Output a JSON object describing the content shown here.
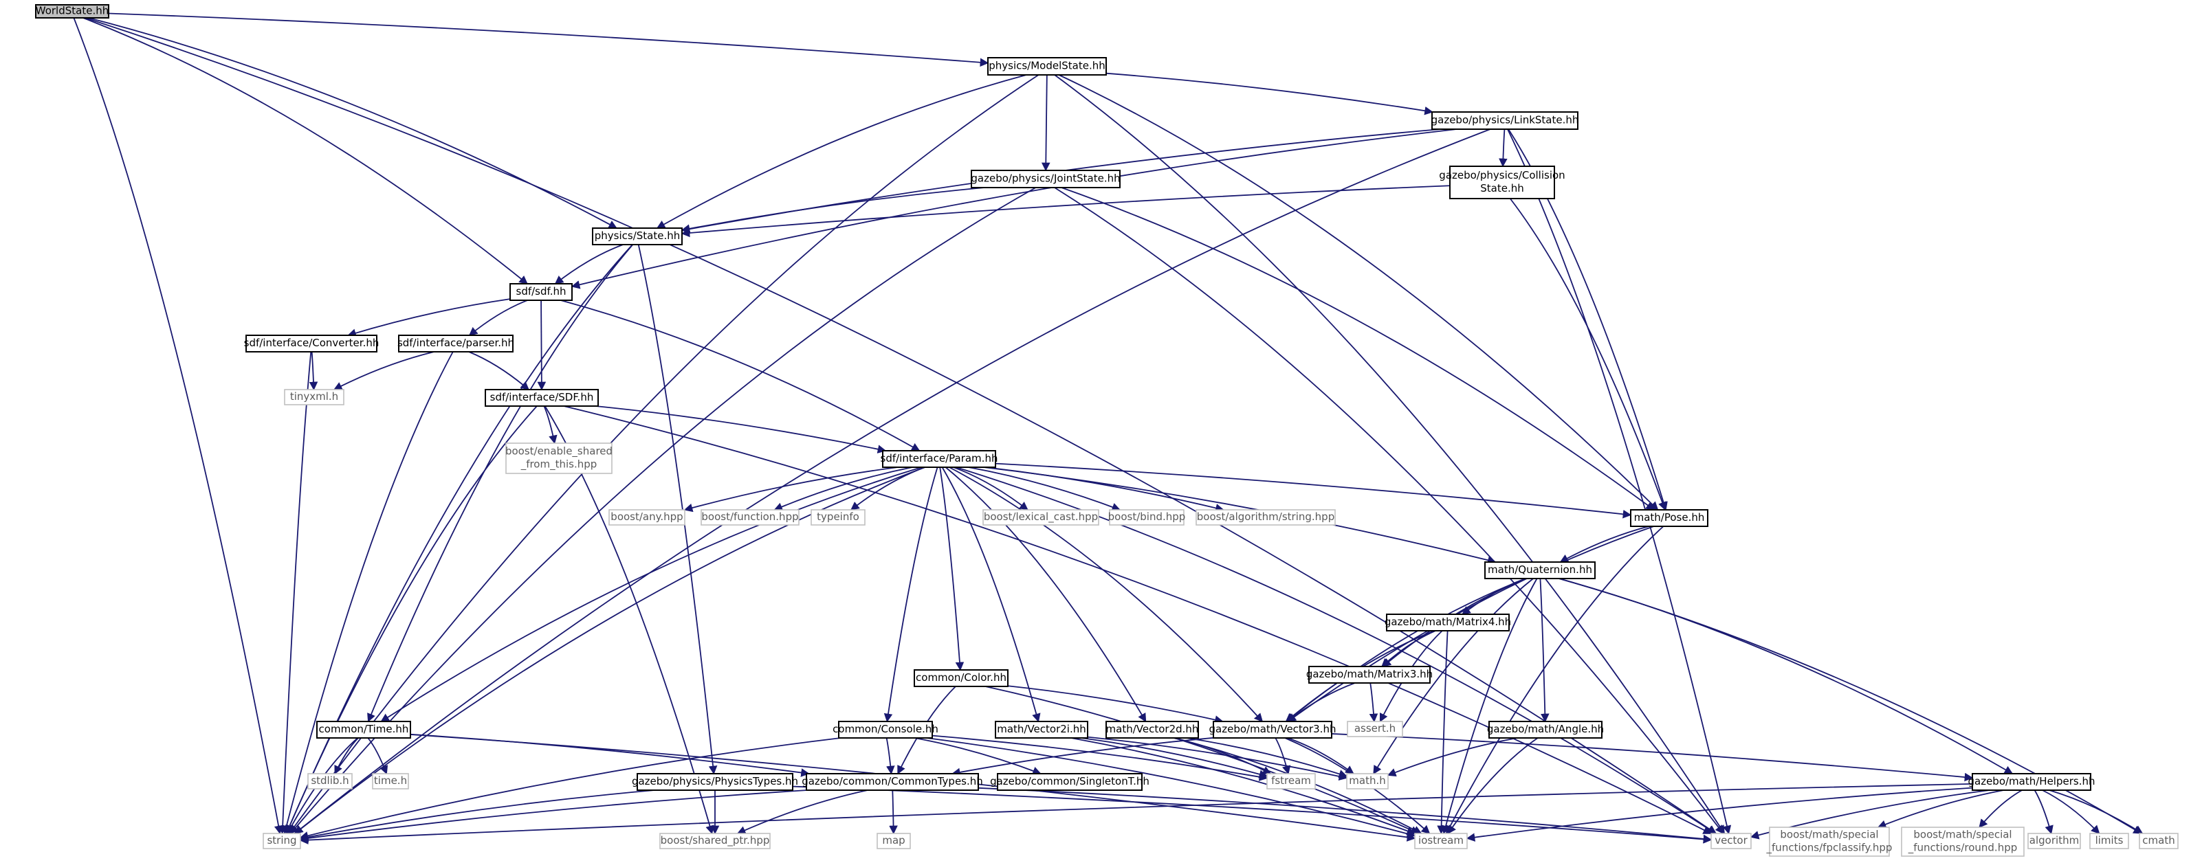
{
  "nodes": [
    {
      "id": "worldstate",
      "lines": [
        "WorldState.hh"
      ],
      "style": "root"
    },
    {
      "id": "modelstate",
      "lines": [
        "physics/ModelState.hh"
      ],
      "style": "doc"
    },
    {
      "id": "linkstate",
      "lines": [
        "gazebo/physics/LinkState.hh"
      ],
      "style": "doc"
    },
    {
      "id": "collisionstate",
      "lines": [
        "gazebo/physics/Collision",
        "State.hh"
      ],
      "style": "doc"
    },
    {
      "id": "jointstate",
      "lines": [
        "gazebo/physics/JointState.hh"
      ],
      "style": "doc"
    },
    {
      "id": "state",
      "lines": [
        "physics/State.hh"
      ],
      "style": "doc"
    },
    {
      "id": "sdf",
      "lines": [
        "sdf/sdf.hh"
      ],
      "style": "doc"
    },
    {
      "id": "converter",
      "lines": [
        "sdf/interface/Converter.hh"
      ],
      "style": "doc"
    },
    {
      "id": "parser",
      "lines": [
        "sdf/interface/parser.hh"
      ],
      "style": "doc"
    },
    {
      "id": "tinyxml",
      "lines": [
        "tinyxml.h"
      ],
      "style": "ext"
    },
    {
      "id": "sdfhh",
      "lines": [
        "sdf/interface/SDF.hh"
      ],
      "style": "doc"
    },
    {
      "id": "enable_shared",
      "lines": [
        "boost/enable_shared",
        "_from_this.hpp"
      ],
      "style": "ext"
    },
    {
      "id": "param",
      "lines": [
        "sdf/interface/Param.hh"
      ],
      "style": "doc"
    },
    {
      "id": "any",
      "lines": [
        "boost/any.hpp"
      ],
      "style": "ext"
    },
    {
      "id": "function",
      "lines": [
        "boost/function.hpp"
      ],
      "style": "ext"
    },
    {
      "id": "typeinfo",
      "lines": [
        "typeinfo"
      ],
      "style": "ext"
    },
    {
      "id": "lexical",
      "lines": [
        "boost/lexical_cast.hpp"
      ],
      "style": "ext"
    },
    {
      "id": "bind",
      "lines": [
        "boost/bind.hpp"
      ],
      "style": "ext"
    },
    {
      "id": "algostring",
      "lines": [
        "boost/algorithm/string.hpp"
      ],
      "style": "ext"
    },
    {
      "id": "pose",
      "lines": [
        "math/Pose.hh"
      ],
      "style": "doc"
    },
    {
      "id": "quaternion",
      "lines": [
        "math/Quaternion.hh"
      ],
      "style": "doc"
    },
    {
      "id": "matrix4",
      "lines": [
        "gazebo/math/Matrix4.hh"
      ],
      "style": "doc"
    },
    {
      "id": "matrix3",
      "lines": [
        "gazebo/math/Matrix3.hh"
      ],
      "style": "doc"
    },
    {
      "id": "asserth",
      "lines": [
        "assert.h"
      ],
      "style": "ext"
    },
    {
      "id": "angle",
      "lines": [
        "gazebo/math/Angle.hh"
      ],
      "style": "doc"
    },
    {
      "id": "color",
      "lines": [
        "common/Color.hh"
      ],
      "style": "doc"
    },
    {
      "id": "timehh",
      "lines": [
        "common/Time.hh"
      ],
      "style": "doc"
    },
    {
      "id": "console",
      "lines": [
        "common/Console.hh"
      ],
      "style": "doc"
    },
    {
      "id": "vector2i",
      "lines": [
        "math/Vector2i.hh"
      ],
      "style": "doc"
    },
    {
      "id": "vector2d",
      "lines": [
        "math/Vector2d.hh"
      ],
      "style": "doc"
    },
    {
      "id": "vector3",
      "lines": [
        "gazebo/math/Vector3.hh"
      ],
      "style": "doc"
    },
    {
      "id": "stdlib",
      "lines": [
        "stdlib.h"
      ],
      "style": "ext"
    },
    {
      "id": "timeh",
      "lines": [
        "time.h"
      ],
      "style": "ext"
    },
    {
      "id": "physicstypes",
      "lines": [
        "gazebo/physics/PhysicsTypes.hh"
      ],
      "style": "doc"
    },
    {
      "id": "commontypes",
      "lines": [
        "gazebo/common/CommonTypes.hh"
      ],
      "style": "doc"
    },
    {
      "id": "singleton",
      "lines": [
        "gazebo/common/SingletonT.hh"
      ],
      "style": "doc"
    },
    {
      "id": "fstream",
      "lines": [
        "fstream"
      ],
      "style": "ext"
    },
    {
      "id": "mathh",
      "lines": [
        "math.h"
      ],
      "style": "ext"
    },
    {
      "id": "helpers",
      "lines": [
        "gazebo/math/Helpers.hh"
      ],
      "style": "doc"
    },
    {
      "id": "string",
      "lines": [
        "string"
      ],
      "style": "ext"
    },
    {
      "id": "sharedptr",
      "lines": [
        "boost/shared_ptr.hpp"
      ],
      "style": "ext"
    },
    {
      "id": "map",
      "lines": [
        "map"
      ],
      "style": "ext"
    },
    {
      "id": "iostream",
      "lines": [
        "iostream"
      ],
      "style": "ext"
    },
    {
      "id": "vector",
      "lines": [
        "vector"
      ],
      "style": "ext"
    },
    {
      "id": "fpclassify",
      "lines": [
        "boost/math/special",
        "_functions/fpclassify.hpp"
      ],
      "style": "ext"
    },
    {
      "id": "round",
      "lines": [
        "boost/math/special",
        "_functions/round.hpp"
      ],
      "style": "ext"
    },
    {
      "id": "algorithm",
      "lines": [
        "algorithm"
      ],
      "style": "ext"
    },
    {
      "id": "limits",
      "lines": [
        "limits"
      ],
      "style": "ext"
    },
    {
      "id": "cmath",
      "lines": [
        "cmath"
      ],
      "style": "ext"
    }
  ],
  "edges": [
    [
      "worldstate",
      "modelstate"
    ],
    [
      "worldstate",
      "state"
    ],
    [
      "worldstate",
      "sdf"
    ],
    [
      "worldstate",
      "string"
    ],
    [
      "worldstate",
      "vector"
    ],
    [
      "modelstate",
      "linkstate"
    ],
    [
      "modelstate",
      "jointstate"
    ],
    [
      "modelstate",
      "state"
    ],
    [
      "modelstate",
      "pose"
    ],
    [
      "modelstate",
      "string"
    ],
    [
      "modelstate",
      "vector"
    ],
    [
      "linkstate",
      "collisionstate"
    ],
    [
      "linkstate",
      "state"
    ],
    [
      "linkstate",
      "pose"
    ],
    [
      "linkstate",
      "sdf"
    ],
    [
      "linkstate",
      "string"
    ],
    [
      "linkstate",
      "vector"
    ],
    [
      "collisionstate",
      "state"
    ],
    [
      "collisionstate",
      "pose"
    ],
    [
      "jointstate",
      "state"
    ],
    [
      "jointstate",
      "pose"
    ],
    [
      "jointstate",
      "string"
    ],
    [
      "jointstate",
      "vector"
    ],
    [
      "state",
      "sdf"
    ],
    [
      "state",
      "timehh"
    ],
    [
      "state",
      "physicstypes"
    ],
    [
      "state",
      "string"
    ],
    [
      "sdf",
      "converter"
    ],
    [
      "sdf",
      "parser"
    ],
    [
      "sdf",
      "sdfhh"
    ],
    [
      "sdf",
      "param"
    ],
    [
      "converter",
      "tinyxml"
    ],
    [
      "converter",
      "string"
    ],
    [
      "parser",
      "tinyxml"
    ],
    [
      "parser",
      "sdfhh"
    ],
    [
      "parser",
      "string"
    ],
    [
      "sdfhh",
      "enable_shared"
    ],
    [
      "sdfhh",
      "param"
    ],
    [
      "sdfhh",
      "sharedptr"
    ],
    [
      "sdfhh",
      "string"
    ],
    [
      "sdfhh",
      "vector"
    ],
    [
      "param",
      "any"
    ],
    [
      "param",
      "function"
    ],
    [
      "param",
      "typeinfo"
    ],
    [
      "param",
      "lexical"
    ],
    [
      "param",
      "bind"
    ],
    [
      "param",
      "algostring"
    ],
    [
      "param",
      "pose"
    ],
    [
      "param",
      "quaternion"
    ],
    [
      "param",
      "vector3"
    ],
    [
      "param",
      "vector2d"
    ],
    [
      "param",
      "vector2i"
    ],
    [
      "param",
      "color"
    ],
    [
      "param",
      "console"
    ],
    [
      "param",
      "timehh"
    ],
    [
      "param",
      "string"
    ],
    [
      "param",
      "vector"
    ],
    [
      "pose",
      "quaternion"
    ],
    [
      "pose",
      "vector3"
    ],
    [
      "pose",
      "iostream"
    ],
    [
      "quaternion",
      "matrix4"
    ],
    [
      "quaternion",
      "matrix3"
    ],
    [
      "quaternion",
      "vector3"
    ],
    [
      "quaternion",
      "angle"
    ],
    [
      "quaternion",
      "helpers"
    ],
    [
      "quaternion",
      "mathh"
    ],
    [
      "quaternion",
      "iostream"
    ],
    [
      "quaternion",
      "cmath"
    ],
    [
      "matrix4",
      "matrix3"
    ],
    [
      "matrix4",
      "vector3"
    ],
    [
      "matrix4",
      "asserth"
    ],
    [
      "matrix4",
      "iostream"
    ],
    [
      "matrix3",
      "vector3"
    ],
    [
      "matrix3",
      "asserth"
    ],
    [
      "angle",
      "mathh"
    ],
    [
      "angle",
      "iostream"
    ],
    [
      "color",
      "vector3"
    ],
    [
      "color",
      "commontypes"
    ],
    [
      "color",
      "iostream"
    ],
    [
      "timehh",
      "stdlib"
    ],
    [
      "timehh",
      "timeh"
    ],
    [
      "timehh",
      "string"
    ],
    [
      "timehh",
      "commontypes"
    ],
    [
      "timehh",
      "iostream"
    ],
    [
      "console",
      "commontypes"
    ],
    [
      "console",
      "singleton"
    ],
    [
      "console",
      "iostream"
    ],
    [
      "console",
      "fstream"
    ],
    [
      "console",
      "string"
    ],
    [
      "vector2i",
      "fstream"
    ],
    [
      "vector2i",
      "mathh"
    ],
    [
      "vector2i",
      "iostream"
    ],
    [
      "vector2d",
      "fstream"
    ],
    [
      "vector2d",
      "mathh"
    ],
    [
      "vector2d",
      "iostream"
    ],
    [
      "vector3",
      "fstream"
    ],
    [
      "vector3",
      "mathh"
    ],
    [
      "vector3",
      "iostream"
    ],
    [
      "vector3",
      "helpers"
    ],
    [
      "vector3",
      "commontypes"
    ],
    [
      "physicstypes",
      "sharedptr"
    ],
    [
      "physicstypes",
      "string"
    ],
    [
      "physicstypes",
      "vector"
    ],
    [
      "commontypes",
      "vector"
    ],
    [
      "commontypes",
      "map"
    ],
    [
      "commontypes",
      "string"
    ],
    [
      "commontypes",
      "sharedptr"
    ],
    [
      "helpers",
      "fpclassify"
    ],
    [
      "helpers",
      "round"
    ],
    [
      "helpers",
      "algorithm"
    ],
    [
      "helpers",
      "limits"
    ],
    [
      "helpers",
      "cmath"
    ],
    [
      "helpers",
      "iostream"
    ],
    [
      "helpers",
      "vector"
    ],
    [
      "helpers",
      "string"
    ]
  ]
}
